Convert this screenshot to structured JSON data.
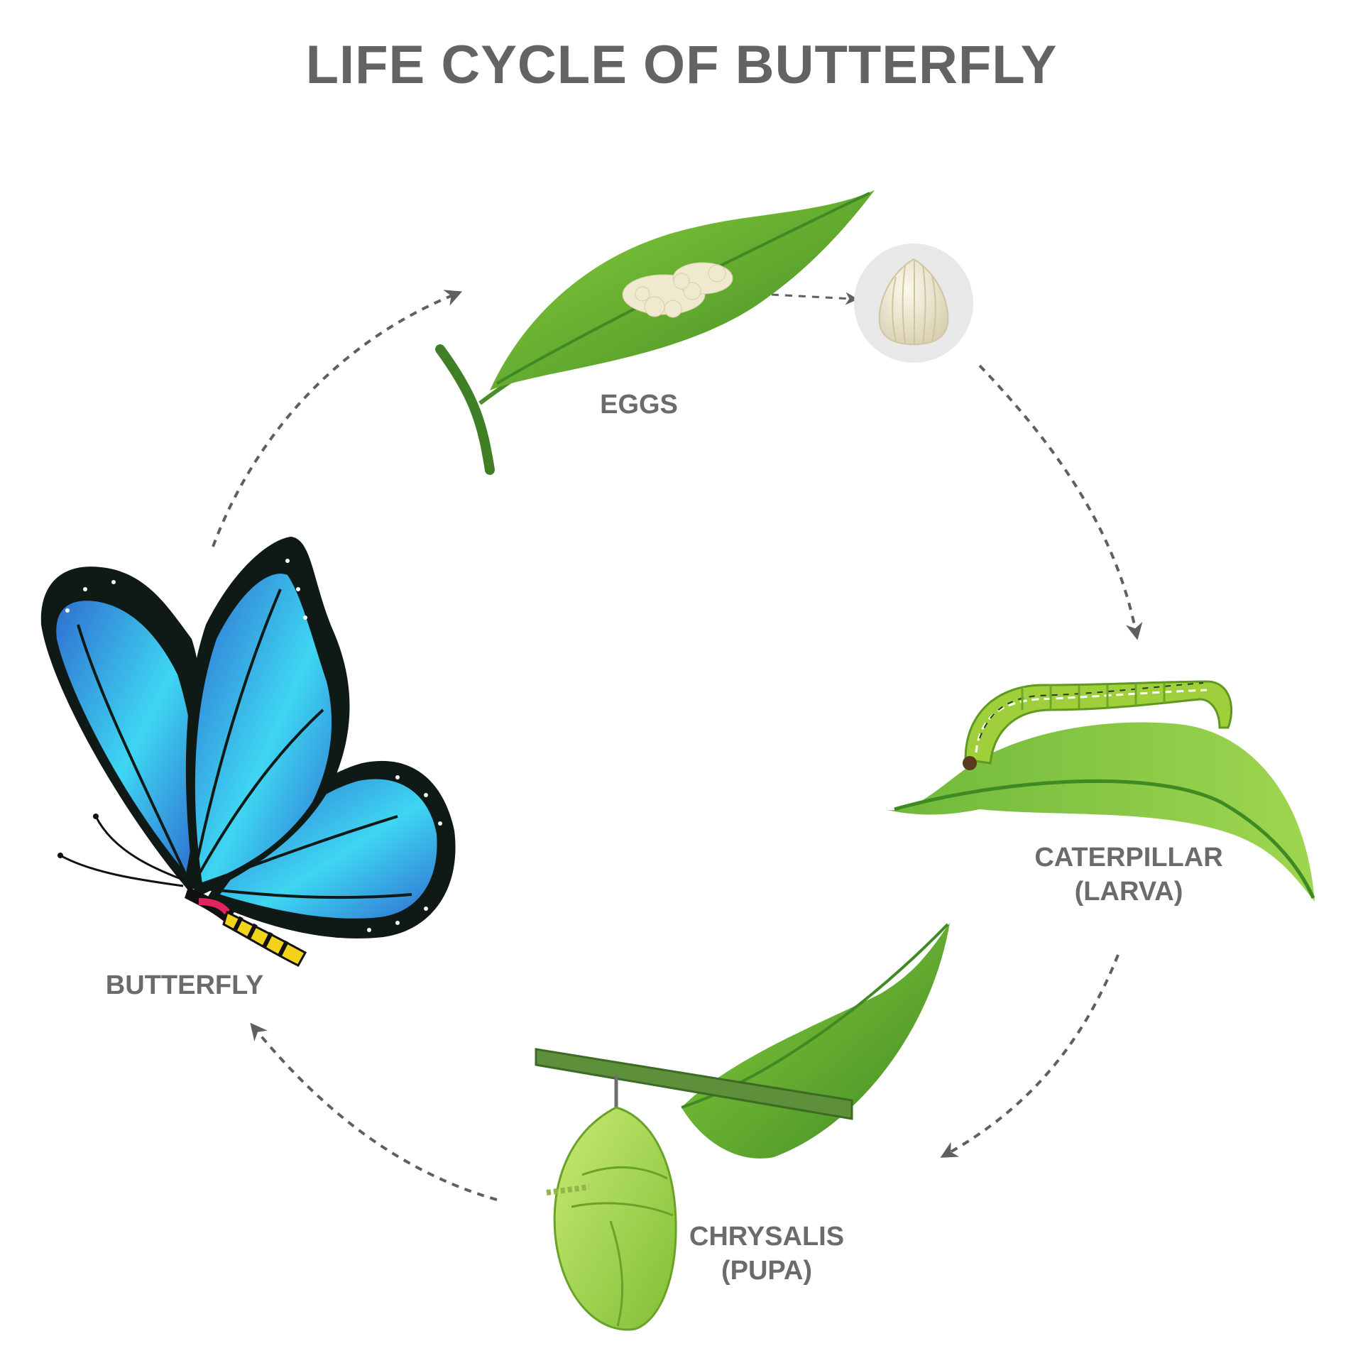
{
  "title": "LIFE CYCLE OF BUTTERFLY",
  "stages": {
    "eggs": {
      "label": "EGGS"
    },
    "caterpillar": {
      "label": "CATERPILLAR",
      "sublabel": "(LARVA)"
    },
    "chrysalis": {
      "label": "CHRYSALIS",
      "sublabel": "(PUPA)"
    },
    "butterfly": {
      "label": "BUTTERFLY"
    }
  },
  "colors": {
    "title": "#636366",
    "label": "#6b6b6e",
    "arrow": "#5f5f62",
    "leaf_dark": "#4f9a2a",
    "leaf_light": "#7cc23a",
    "wing_black": "#0f1a17",
    "wing_blue": "#2f6fd0",
    "wing_cyan": "#3ed6f2",
    "egg": "#f1ecd8"
  },
  "icons": [
    "leaf-with-eggs-icon",
    "egg-closeup-icon",
    "caterpillar-on-leaf-icon",
    "chrysalis-on-twig-icon",
    "butterfly-icon",
    "cycle-arrow-icon"
  ]
}
